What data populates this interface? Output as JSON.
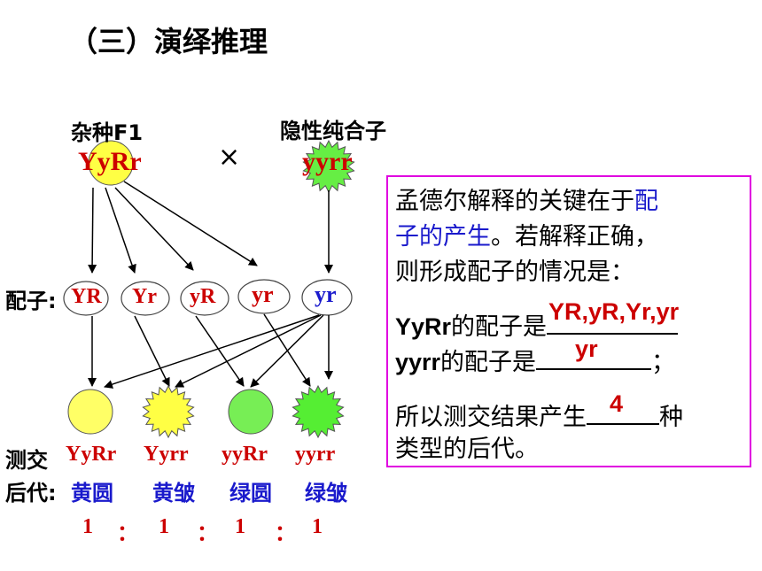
{
  "title": "（三）演绎推理",
  "parents": {
    "f1_label": "杂种F1",
    "f1_genotype": "YyRr",
    "cross_symbol": "×",
    "recessive_label": "隐性纯合子",
    "recessive_genotype": "yyrr"
  },
  "gametes": {
    "label": "配子:",
    "f1": [
      "YR",
      "Yr",
      "yR",
      "yr"
    ],
    "recessive": "yr"
  },
  "offspring": {
    "label_line1": "测交",
    "label_line2": "后代:",
    "genotypes": [
      "YyRr",
      "Yyrr",
      "yyRr",
      "yyrr"
    ],
    "phenotypes": [
      "黄圆",
      "黄皱",
      "绿圆",
      "绿皱"
    ],
    "ratio": [
      "1",
      "：",
      "1",
      "：",
      "1",
      "：",
      "1"
    ]
  },
  "explanation": {
    "line1_a": "孟德尔解释的关键在于",
    "line1_b": "配",
    "line2_a": "子的产生",
    "line2_b": "。若解释正确，",
    "line3": "则形成配子的情况是：",
    "q1_prefix": "YyRr",
    "q1_text": "的配子是",
    "q1_answer": "YR,yR,Yr,yr",
    "q2_prefix": "yyrr",
    "q2_text": "的配子是",
    "q2_answer": "yr",
    "q2_suffix": "；",
    "q3_text": "所以测交结果产生",
    "q3_answer": "4",
    "q3_suffix": "种",
    "q4_text": "类型的后代。"
  },
  "colors": {
    "yellow": "#ffff66",
    "green": "#66ee44",
    "red": "#cc0000",
    "blue": "#1a1acc",
    "magenta": "#e000e0"
  }
}
